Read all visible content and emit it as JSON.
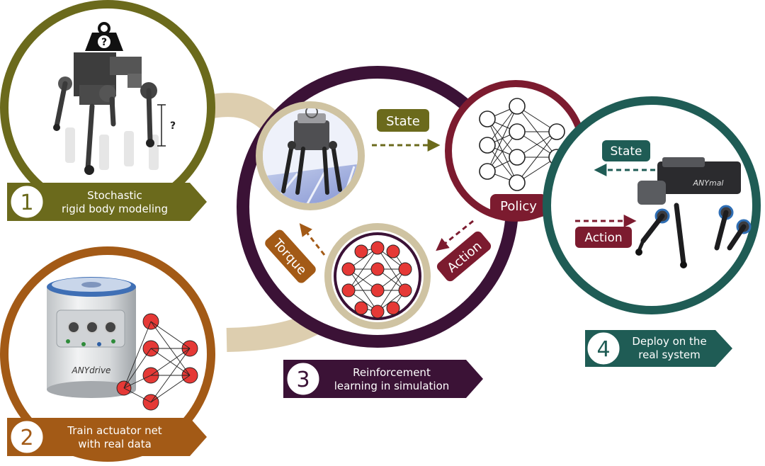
{
  "colors": {
    "olive": "#6b6a1c",
    "brown": "#a35a16",
    "purple": "#3b1236",
    "crimson": "#7c1b2f",
    "teal": "#1f5c55",
    "tan": "#d9c9a6",
    "node_red": "#e53936"
  },
  "steps": [
    {
      "num": "1",
      "line1": "Stochastic",
      "line2": "rigid body modeling",
      "color": "olive"
    },
    {
      "num": "2",
      "line1": "Train actuator net",
      "line2": "with real data",
      "color": "brown"
    },
    {
      "num": "3",
      "line1": "Reinforcement",
      "line2": "learning in simulation",
      "color": "purple"
    },
    {
      "num": "4",
      "line1": "Deploy on the",
      "line2": "real system",
      "color": "teal"
    }
  ],
  "tags": {
    "state_sim": "State",
    "policy": "Policy",
    "action_sim": "Action",
    "torque": "Torque",
    "state_real": "State",
    "action_real": "Action"
  },
  "annotations": {
    "mass_unknown": "?",
    "length_unknown": "?"
  },
  "actuator_brand": "ANYdrive",
  "robot_brand": "ANYmal"
}
